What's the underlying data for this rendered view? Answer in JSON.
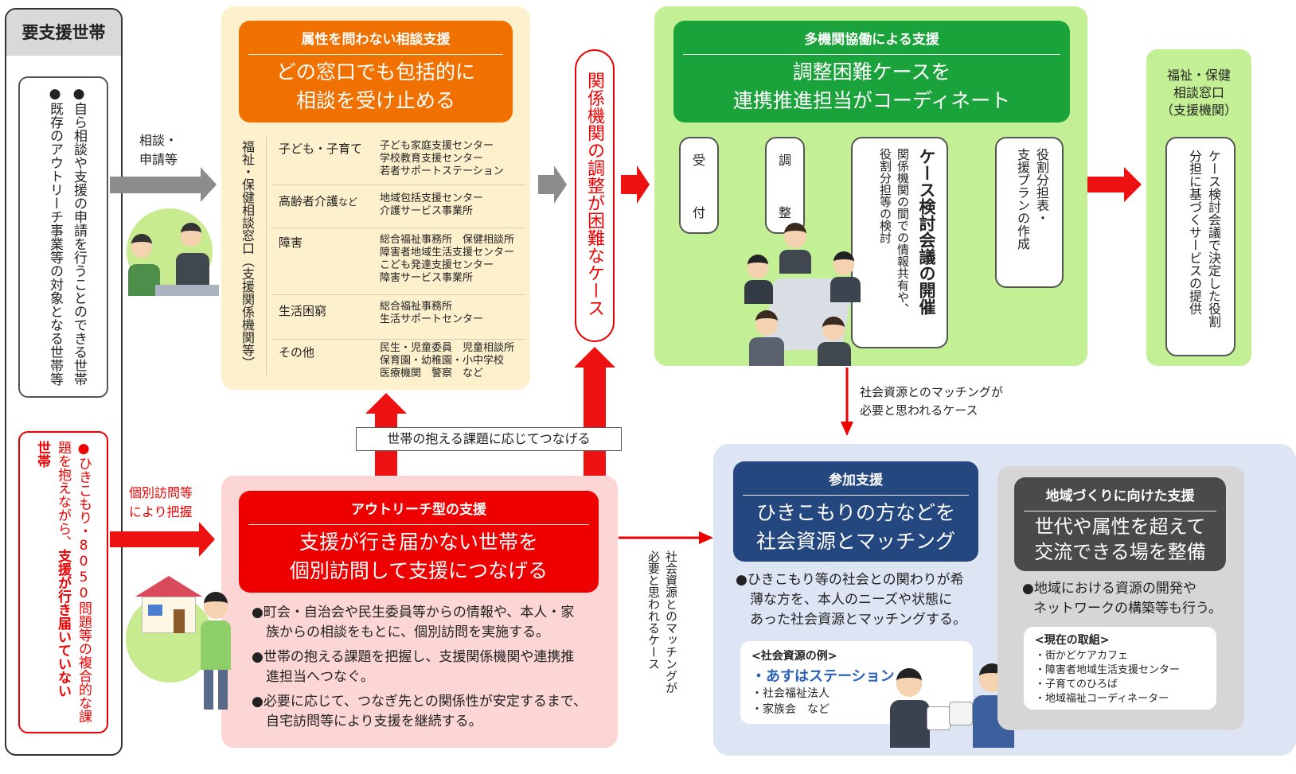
{
  "left_col": {
    "title": "要支援世帯",
    "box1": [
      "●自ら相談や支援の申請を行うことのできる世帯",
      "●既存のアウトリーチ事業等の対象となる世帯等"
    ],
    "box2": {
      "line1": "●ひきこもり・8050問題等の複合的な課",
      "line2_pre": "題を抱えながら、",
      "line2_bold": "支援が行き届いていない",
      "line3_bold": "世帯"
    }
  },
  "arrows": {
    "consult_label": [
      "相談・",
      "申請等"
    ],
    "visit_label": [
      "個別訪問等",
      "により把握"
    ],
    "connect_label": "世帯の抱える課題に応じてつなげる",
    "matching_down": [
      "社会資源とのマッチングが",
      "必要と思われるケース"
    ],
    "matching_right": [
      "社会資源とのマッチングが",
      "必要と思われるケース"
    ]
  },
  "consult_panel": {
    "header": "属性を問わない相談支援",
    "main": [
      "どの窓口でも包括的に",
      "相談を受け止める"
    ],
    "vertical_label": "福祉・保健相談窓口（支援関係機関等）",
    "categories": [
      {
        "name": "子ども・子育て",
        "name_suffix": "",
        "items": [
          "子ども家庭支援センター",
          "学校教育支援センター",
          "若者サポートステーション"
        ]
      },
      {
        "name": "高齢者介護",
        "name_suffix": "など",
        "items": [
          "地域包括支援センター",
          "介護サービス事業所"
        ]
      },
      {
        "name": "障害",
        "name_suffix": "",
        "items": [
          "総合福祉事務所　保健相談所",
          "障害者地域生活支援センター",
          "こども発達支援センター",
          "障害サービス事業所"
        ]
      },
      {
        "name": "生活困窮",
        "name_suffix": "",
        "items": [
          "総合福祉事務所",
          "生活サポートセンター"
        ]
      },
      {
        "name": "その他",
        "name_suffix": "",
        "items": [
          "民生・児童委員　児童相談所",
          "保育園・幼稚園・小中学校",
          "医療機関　警察　など"
        ]
      }
    ]
  },
  "difficult_case": "関係機関の調整が困難なケース",
  "multi_panel": {
    "header": "多機関協働による支援",
    "main": [
      "調整困難ケースを",
      "連携推進担当がコーディネート"
    ],
    "step_receive": [
      "受",
      "付"
    ],
    "step_adjust": [
      "調",
      "整"
    ],
    "meeting_title": "ケース検討会議の開催",
    "meeting_desc": [
      "関係機関の間での情報共有や、",
      "役割分担等の検討"
    ],
    "plan": [
      "役割分担表・",
      "支援プランの作成"
    ]
  },
  "service_panel": {
    "title": [
      "福祉・保健",
      "相談窓口",
      "（支援機関）"
    ],
    "desc": [
      "ケース検討会議で決定した役割",
      "分担に基づくサービスの提供"
    ]
  },
  "outreach_panel": {
    "header": "アウトリーチ型の支援",
    "main": [
      "支援が行き届かない世帯を",
      "個別訪問して支援につなげる"
    ],
    "bullets": [
      [
        "●町会・自治会や民生委員等からの情報や、本人・家",
        "族からの相談をもとに、個別訪問を実施する。"
      ],
      [
        "●世帯の抱える課題を把握し、支援関係機関や連携推",
        "進担当へつなぐ。"
      ],
      [
        "●必要に応じて、つなぎ先との関係性が安定するまで、",
        "自宅訪問等により支援を継続する。"
      ]
    ]
  },
  "participation": {
    "header": "参加支援",
    "main": [
      "ひきこもりの方などを",
      "社会資源とマッチング"
    ],
    "desc": [
      "●ひきこもり等の社会との関わりが希",
      "薄な方を、本人のニーズや状態に",
      "あった社会資源とマッチングする。"
    ],
    "examples_title": "<社会資源の例>",
    "example_highlight": "・あすはステーション",
    "examples": [
      "・社会福祉法人",
      "・家族会　など"
    ]
  },
  "community": {
    "header": "地域づくりに向けた支援",
    "main": [
      "世代や属性を超えて",
      "交流できる場を整備"
    ],
    "desc": [
      "●地域における資源の開発や",
      "ネットワークの構築等も行う。"
    ],
    "current_title": "<現在の取組>",
    "current_items": [
      "・街かどケアカフェ",
      "・障害者地域生活支援センター",
      "・子育てのひろば",
      "・地域福祉コーディネーター"
    ]
  },
  "colors": {
    "orange": "#f07000",
    "red": "#ee0000",
    "green": "#1aa33a",
    "navy": "#24477f"
  }
}
